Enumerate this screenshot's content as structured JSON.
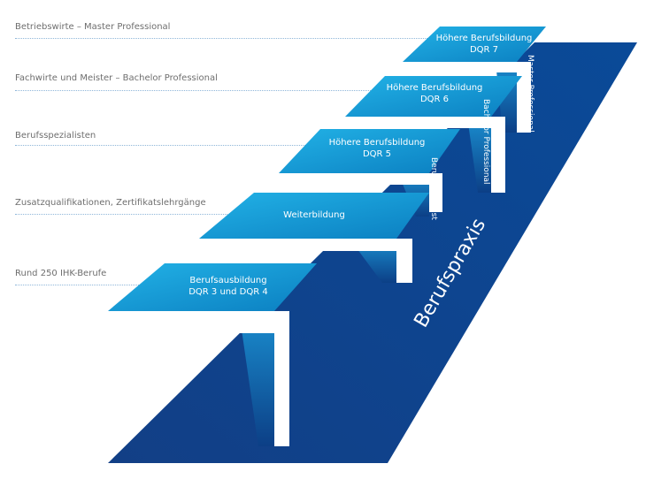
{
  "left_labels": [
    "Betriebswirte – Master Professional",
    "Fachwirte und Meister – Bachelor Professional",
    "Berufsspezialisten",
    "Zusatzqualifikationen, Zertifikatslehrgänge",
    "Rund 250 IHK-Berufe"
  ],
  "steps": [
    {
      "line1": "Berufsausbildung",
      "line2": "DQR 3 und DQR 4"
    },
    {
      "line1": "Weiterbildung",
      "line2": ""
    },
    {
      "line1": "Höhere Berufsbildung",
      "line2": "DQR 5"
    },
    {
      "line1": "Höhere Berufsbildung",
      "line2": "DQR 6"
    },
    {
      "line1": "Höhere Berufsbildung",
      "line2": "DQR 7"
    }
  ],
  "side_labels": {
    "step3": "Berufsspezialist",
    "step4": "Bachelor Professional",
    "step5": "Master Professional"
  },
  "ramp_label": "Berufspraxis",
  "colors": {
    "ramp": "#0d3d82",
    "step_top": "#1aa6dc",
    "step_top_dark": "#0a79bb",
    "riser": "#0c3f86",
    "white": "#ffffff",
    "label_text": "#6e6e6e",
    "leader": "#8fb6d9"
  }
}
